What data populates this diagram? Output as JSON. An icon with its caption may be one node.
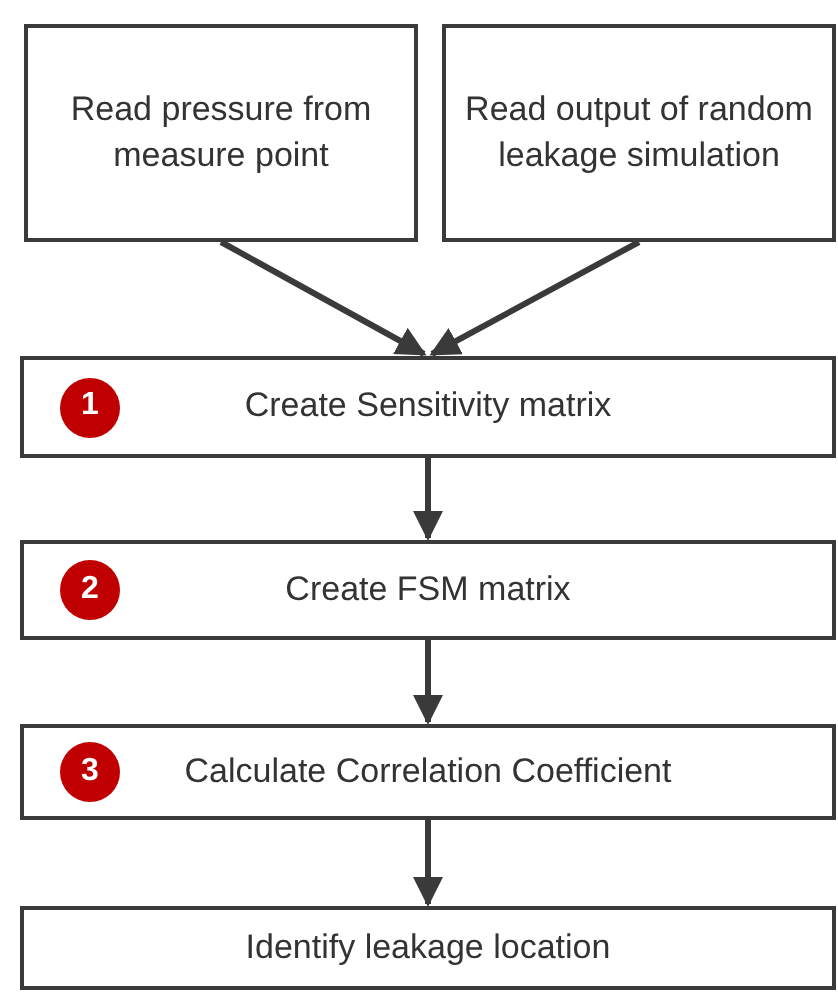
{
  "diagram": {
    "nodes": [
      {
        "text": [
          "Read pressure from measure point"
        ]
      },
      {
        "text": [
          "Read output of random leakage simulation"
        ]
      },
      {
        "text": [
          "Create Sensitivity matrix"
        ]
      },
      {
        "text": [
          "1"
        ],
        "in": 2
      },
      {
        "text": [
          "Create FSM matrix"
        ]
      },
      {
        "text": [
          "2"
        ],
        "in": 4
      },
      {
        "text": [
          "Calculate Correlation Coefficient"
        ]
      },
      {
        "text": [
          "3"
        ],
        "in": 6
      },
      {
        "text": [
          "Identify leakage location"
        ]
      }
    ],
    "edges": [
      {
        "from": 0,
        "to": 2,
        "arrow": "to"
      },
      {
        "from": 1,
        "to": 2,
        "arrow": "to"
      },
      {
        "from": 2,
        "to": 4,
        "arrow": "to"
      },
      {
        "from": 4,
        "to": 6,
        "arrow": "to"
      },
      {
        "from": 6,
        "to": 8,
        "arrow": "to"
      }
    ]
  }
}
